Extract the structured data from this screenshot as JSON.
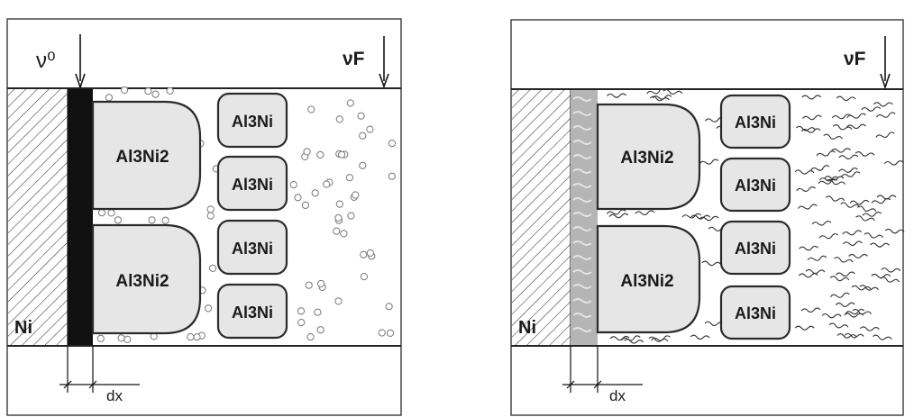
{
  "panels": [
    {
      "id": "left",
      "substrate_label": "Ni",
      "boundary_label": "ν⁰",
      "front_label": "νF",
      "width_label": "dx",
      "ni2_label": "Al3Ni2",
      "ni_label": "Al3Ni",
      "interface_style": "solid-black",
      "liquid_style": "circles"
    },
    {
      "id": "right",
      "substrate_label": "Ni",
      "front_label": "νF",
      "width_label": "dx",
      "ni2_label": "Al3Ni2",
      "ni_label": "Al3Ni",
      "interface_style": "grey-wavy",
      "liquid_style": "squiggles"
    }
  ],
  "colors": {
    "interface_solid": "#111111",
    "interface_grey": "#b5b5b5",
    "particle_fill": "#e6e6e6",
    "line": "#2b2b2b"
  }
}
